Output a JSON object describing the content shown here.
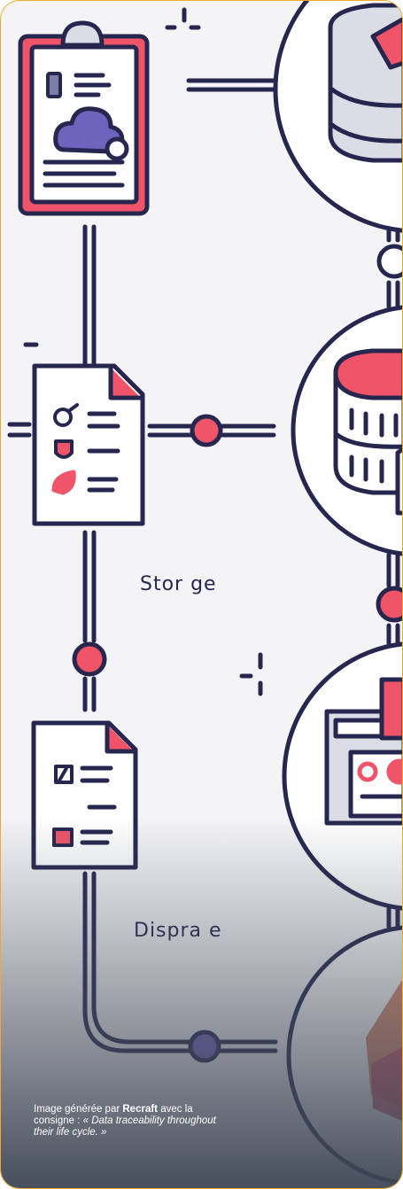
{
  "illustration": {
    "labels": {
      "storage": "Stor ge",
      "display": "Dispra e"
    },
    "colors": {
      "ink": "#27264f",
      "accent": "#ef5468",
      "purple": "#6e63bd",
      "paper": "#ffffff",
      "background": "#f4f4f6",
      "frame_border": "#f0a92a"
    }
  },
  "caption": {
    "prefix": "Image générée par ",
    "brand": "Recraft",
    "middle": " avec la consigne : ",
    "prompt": "« Data traceability throughout their life cycle. »"
  }
}
